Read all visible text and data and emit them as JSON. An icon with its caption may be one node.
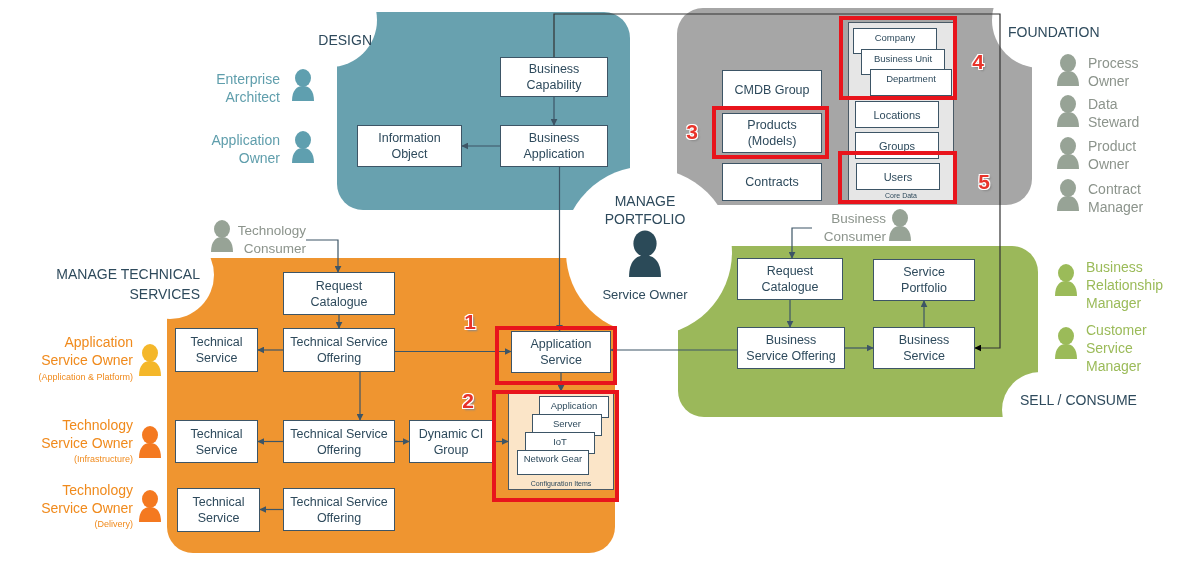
{
  "diagram": {
    "nodes": [
      {
        "text": [
          "DESIGN"
        ]
      },
      {
        "text": [
          "Business Capability"
        ],
        "in": 0
      },
      {
        "text": [
          "Information Object"
        ],
        "in": 0
      },
      {
        "text": [
          "Business Application"
        ],
        "in": 0
      },
      {
        "text": [
          "FOUNDATION"
        ]
      },
      {
        "text": [
          "CMDB Group"
        ],
        "in": 4
      },
      {
        "text": [
          "Products (Models)"
        ],
        "in": 4
      },
      {
        "text": [
          "Contracts"
        ],
        "in": 4
      },
      {
        "text": [
          "Core Data"
        ],
        "in": 4
      },
      {
        "text": [
          "Company"
        ],
        "in": 8
      },
      {
        "text": [
          "Business Unit"
        ],
        "in": 8
      },
      {
        "text": [
          "Department"
        ],
        "in": 8
      },
      {
        "text": [
          "Locations"
        ],
        "in": 8
      },
      {
        "text": [
          "Groups"
        ],
        "in": 8
      },
      {
        "text": [
          "Users"
        ],
        "in": 8
      },
      {
        "text": [
          "MANAGE TECHNICAL SERVICES"
        ]
      },
      {
        "text": [
          "Technology Consumer"
        ]
      },
      {
        "text": [
          "Request Catalogue"
        ],
        "in": 15
      },
      {
        "text": [
          "Technical Service"
        ],
        "in": 15
      },
      {
        "text": [
          "Technical Service Offering"
        ],
        "in": 15
      },
      {
        "text": [
          "Application Service"
        ],
        "in": 15
      },
      {
        "text": [
          "Technical Service"
        ],
        "in": 15
      },
      {
        "text": [
          "Technical Service Offering"
        ],
        "in": 15
      },
      {
        "text": [
          "Dynamic CI Group"
        ],
        "in": 15
      },
      {
        "text": [
          "Configuration Items"
        ],
        "in": 15
      },
      {
        "text": [
          "Application"
        ],
        "in": 24
      },
      {
        "text": [
          "Server"
        ],
        "in": 24
      },
      {
        "text": [
          "IoT"
        ],
        "in": 24
      },
      {
        "text": [
          "Network Gear"
        ],
        "in": 24
      },
      {
        "text": [
          "Technical Service"
        ],
        "in": 15
      },
      {
        "text": [
          "Technical Service Offering"
        ],
        "in": 15
      },
      {
        "text": [
          "SELL / CONSUME"
        ]
      },
      {
        "text": [
          "Business Consumer"
        ]
      },
      {
        "text": [
          "Request Catalogue"
        ],
        "in": 31
      },
      {
        "text": [
          "Service Portfolio"
        ],
        "in": 31
      },
      {
        "text": [
          "Business Service Offering"
        ],
        "in": 31
      },
      {
        "text": [
          "Business Service"
        ],
        "in": 31
      }
    ],
    "edges": [
      {
        "from": 1,
        "to": 3,
        "arrow": "to"
      },
      {
        "from": 3,
        "to": 2,
        "arrow": "to"
      },
      {
        "from": 3,
        "to": 20,
        "arrow": "to"
      },
      {
        "from": 1,
        "to": 36,
        "arrow": "to",
        "color": "#333333"
      },
      {
        "from": 16,
        "to": 17,
        "arrow": "to"
      },
      {
        "from": 17,
        "to": 19,
        "arrow": "to"
      },
      {
        "from": 19,
        "to": 18,
        "arrow": "to"
      },
      {
        "from": 19,
        "to": 20,
        "arrow": "to"
      },
      {
        "from": 19,
        "to": 22,
        "arrow": "to"
      },
      {
        "from": 22,
        "to": 21,
        "arrow": "to"
      },
      {
        "from": 22,
        "to": 23,
        "arrow": "to"
      },
      {
        "from": 23,
        "to": 24,
        "arrow": "to"
      },
      {
        "from": 20,
        "to": 24,
        "arrow": "to"
      },
      {
        "from": 30,
        "to": 29,
        "arrow": "to"
      },
      {
        "from": 35,
        "to": 20,
        "arrow": "to"
      },
      {
        "from": 32,
        "to": 33,
        "arrow": "to"
      },
      {
        "from": 33,
        "to": 35,
        "arrow": "to"
      },
      {
        "from": 35,
        "to": 36,
        "arrow": "to"
      },
      {
        "from": 36,
        "to": 34,
        "arrow": "to"
      }
    ],
    "labels": [
      "Enterprise Architect",
      "Application Owner",
      "Process Owner",
      "Data Steward",
      "Product Owner",
      "Contract Manager",
      "3",
      "4",
      "5",
      "MANAGE PORTFOLIO",
      "Service Owner",
      "1",
      "Application Service Owner",
      "(Application & Platform)",
      "2",
      "Business Relationship Manager",
      "Customer Service Manager",
      "Technology Service Owner",
      "(Infrastructure)",
      "Technology Service Owner",
      "(Delivery)"
    ]
  }
}
